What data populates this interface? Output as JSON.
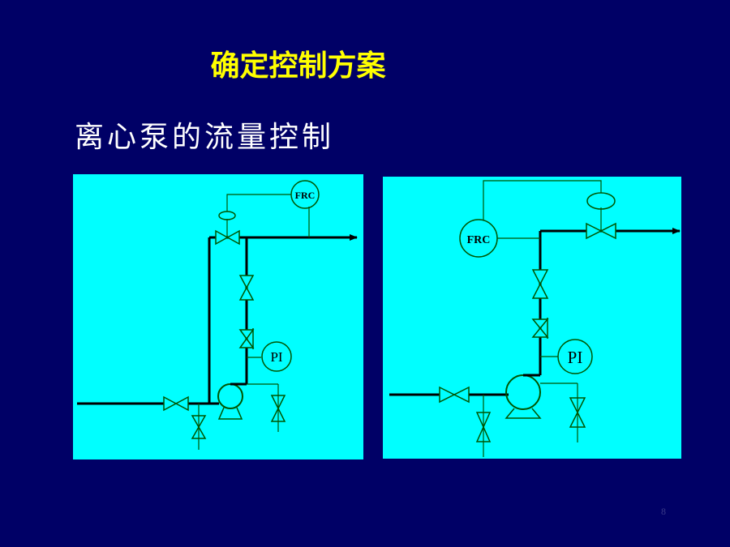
{
  "slide": {
    "title": "确定控制方案",
    "subtitle": "离心泵的流量控制",
    "page_number": "8"
  },
  "left_diagram": {
    "controller_label": "FRC",
    "indicator_label": "PI"
  },
  "right_diagram": {
    "controller_label": "FRC",
    "indicator_label": "PI"
  },
  "colors": {
    "background": "#000066",
    "title": "#ffff00",
    "subtitle": "#ffffff",
    "panel": "#00ffff",
    "equipment": "#005500",
    "pipe": "#000000"
  }
}
